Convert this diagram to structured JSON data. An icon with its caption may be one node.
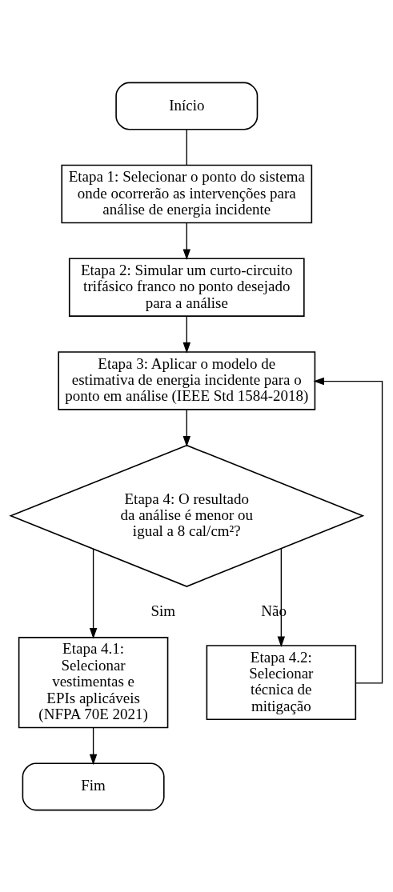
{
  "diagram": {
    "nodes": [
      {
        "text": [
          "Início"
        ]
      },
      {
        "text": [
          "Etapa 1: Selecionar o ponto do sistema onde ocorrerão as intervenções para análise de energia incidente"
        ]
      },
      {
        "text": [
          "Etapa 2: Simular um curto-circuito trifásico franco no ponto desejado para a análise"
        ]
      },
      {
        "text": [
          "Etapa 3: Aplicar o modelo de estimativa de energia incidente para o ponto em análise (IEEE Std 1584-2018)"
        ]
      },
      {
        "text": [
          "Etapa 4: O resultado da análise é menor ou igual a 8 cal/cm²?"
        ]
      },
      {
        "text": [
          "Etapa 4.1: Selecionar vestimentas e EPIs aplicáveis (NFPA 70E 2021)"
        ]
      },
      {
        "text": [
          "Etapa 4.2: Selecionar técnica de mitigação"
        ]
      },
      {
        "text": [
          "Fim"
        ]
      }
    ],
    "edges": [
      {
        "from": 0,
        "to": 1,
        "arrow": "none"
      },
      {
        "from": 1,
        "to": 2,
        "arrow": "to"
      },
      {
        "from": 2,
        "to": 3,
        "arrow": "to"
      },
      {
        "from": 3,
        "to": 4,
        "arrow": "to"
      },
      {
        "from": 4,
        "to": 5,
        "arrow": "to",
        "label": "Sim"
      },
      {
        "from": 4,
        "to": 6,
        "arrow": "to",
        "label": "Não"
      },
      {
        "from": 6,
        "to": 3,
        "arrow": "to"
      },
      {
        "from": 5,
        "to": 7,
        "arrow": "to"
      }
    ]
  }
}
